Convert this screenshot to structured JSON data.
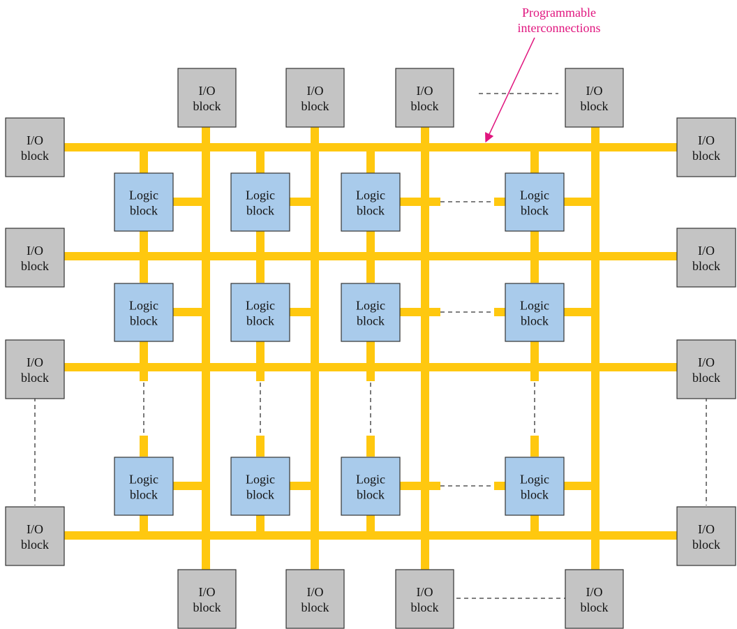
{
  "labels": {
    "io_line1": "I/O",
    "io_line2": "block",
    "logic_line1": "Logic",
    "logic_line2": "block",
    "callout_line1": "Programmable",
    "callout_line2": "interconnections"
  },
  "colors": {
    "interconnect": "#FFC80F",
    "io_fill": "#C4C4C4",
    "logic_fill": "#A9CBEB",
    "block_stroke": "#333333",
    "dashed": "#333333",
    "callout": "#E0157E"
  }
}
